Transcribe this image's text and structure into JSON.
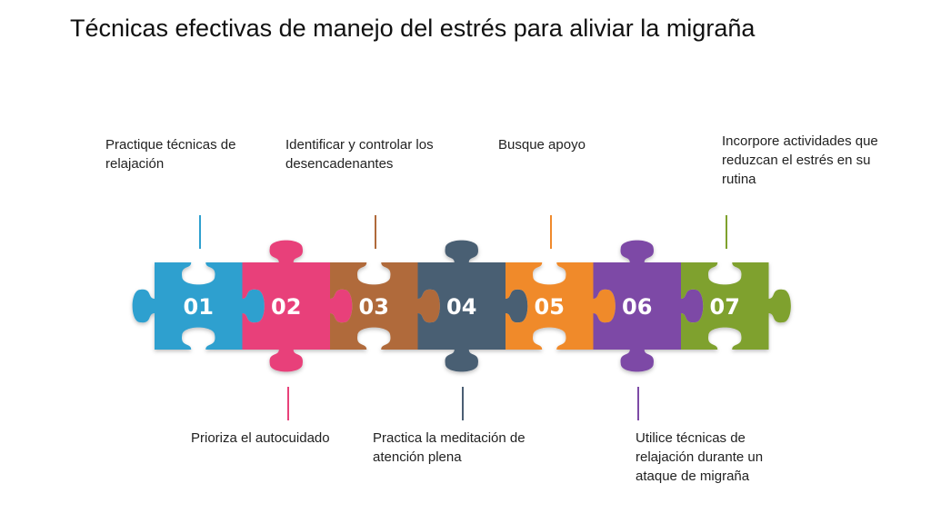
{
  "title": "Técnicas efectivas de manejo del estrés para aliviar la migraña",
  "pieces": [
    {
      "number": "01",
      "color": "#2fa0cf",
      "label": "Practique técnicas de relajación"
    },
    {
      "number": "02",
      "color": "#e8417a",
      "label": "Prioriza el autocuidado"
    },
    {
      "number": "03",
      "color": "#b06a3b",
      "label": "Identificar y controlar los desencadenantes"
    },
    {
      "number": "04",
      "color": "#4a5e73",
      "label": "Practica la meditación de atención plena"
    },
    {
      "number": "05",
      "color": "#f08a2c",
      "label": "Busque apoyo"
    },
    {
      "number": "06",
      "color": "#7d4aa6",
      "label": "Utilice técnicas de relajación durante un ataque de migraña"
    },
    {
      "number": "07",
      "color": "#7fa12d",
      "label": "Incorpore actividades que reduzcan el estrés en su rutina"
    }
  ]
}
